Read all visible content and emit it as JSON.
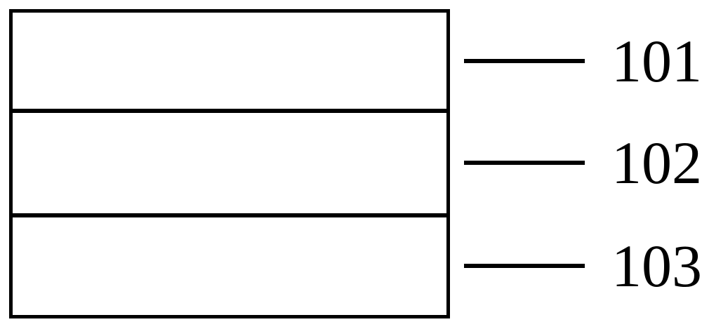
{
  "diagram": {
    "type": "layer-stack",
    "background_color": "#ffffff",
    "stroke_color": "#000000",
    "layers": [
      {
        "label": "101"
      },
      {
        "label": "102"
      },
      {
        "label": "103"
      }
    ]
  }
}
